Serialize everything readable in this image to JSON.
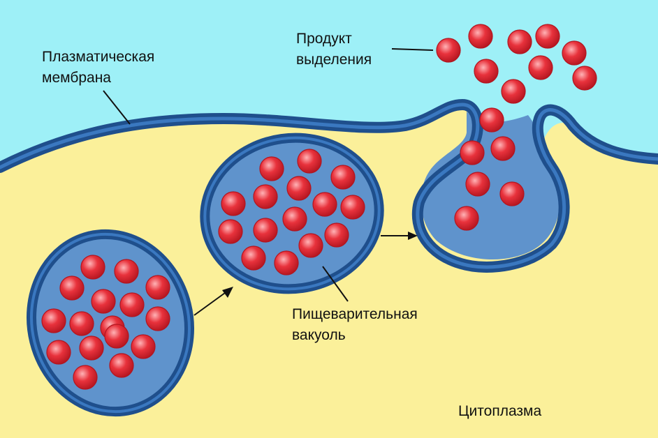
{
  "labels": {
    "membrane": [
      "Плазматическая",
      "мембрана"
    ],
    "product": [
      "Продукт",
      "выделения"
    ],
    "vacuole": [
      "Пищеварительная",
      "вакуоль"
    ],
    "cytoplasm": "Цитоплазма"
  },
  "colors": {
    "outside": "#9ef0f7",
    "cytoplasm": "#fbf09a",
    "membrane": "#1f4f8c",
    "membrane_inner": "#3a78c0",
    "vacuole_fill": "#5f93cc",
    "particle": "#e8323c",
    "particle_edge": "#b2151f",
    "particle_highlight": "#ffb3b6",
    "text": "#111111"
  }
}
